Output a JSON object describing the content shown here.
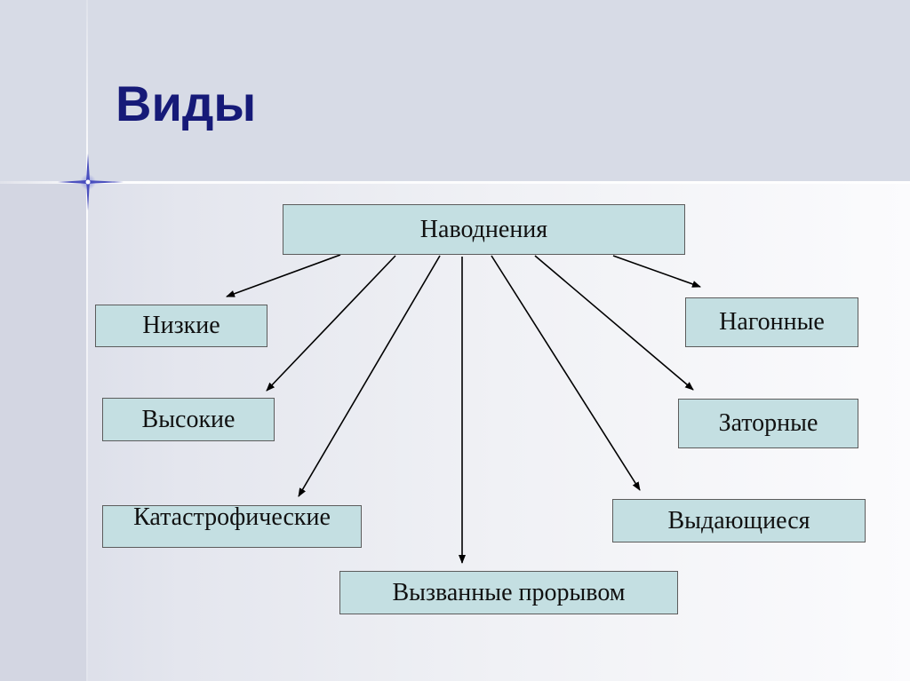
{
  "slide": {
    "title": "Виды"
  },
  "diagram": {
    "root": "Наводнения",
    "nodes": {
      "nizkie": "Низкие",
      "vysokie": "Высокие",
      "katastroficheskie": "Катастрофические",
      "vyzvannye": "Вызванные прорывом",
      "vydayushchiesya": "Выдающиеся",
      "zatornye": "Заторные",
      "nagonnye": "Нагонные"
    }
  },
  "colors": {
    "title": "#161a78",
    "node_fill": "#c4dfe2",
    "node_border": "#5c5c5c"
  }
}
